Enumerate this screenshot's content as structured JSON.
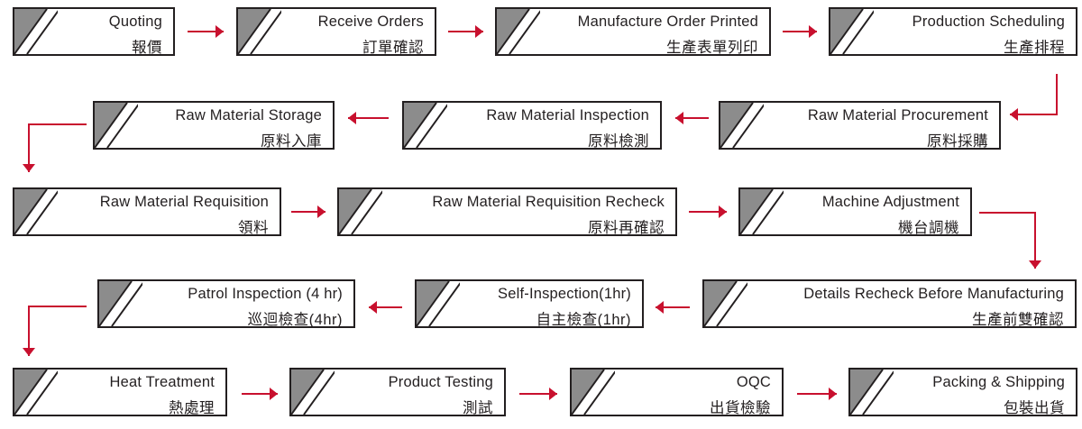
{
  "steps": [
    {
      "en": "Quoting",
      "zh": "報價"
    },
    {
      "en": "Receive Orders",
      "zh": "訂單確認"
    },
    {
      "en": "Manufacture Order Printed",
      "zh": "生產表單列印"
    },
    {
      "en": "Production Scheduling",
      "zh": "生產排程"
    },
    {
      "en": "Raw Material Procurement",
      "zh": "原料採購"
    },
    {
      "en": "Raw Material Inspection",
      "zh": "原料檢測"
    },
    {
      "en": "Raw Material Storage",
      "zh": "原料入庫"
    },
    {
      "en": "Raw Material Requisition",
      "zh": "領料"
    },
    {
      "en": "Raw Material Requisition Recheck",
      "zh": "原料再確認"
    },
    {
      "en": "Machine Adjustment",
      "zh": "機台調機"
    },
    {
      "en": "Details Recheck Before Manufacturing",
      "zh": "生產前雙確認"
    },
    {
      "en": "Self-Inspection(1hr)",
      "zh": "自主檢查(1hr)"
    },
    {
      "en": "Patrol Inspection (4 hr)",
      "zh": "巡迴檢查(4hr)"
    },
    {
      "en": "Heat Treatment",
      "zh": "熱處理"
    },
    {
      "en": "Product Testing",
      "zh": "測試"
    },
    {
      "en": "OQC",
      "zh": "出貨檢驗"
    },
    {
      "en": "Packing & Shipping",
      "zh": "包裝出貨"
    }
  ],
  "colors": {
    "arrow": "#c8102e",
    "border": "#231f20",
    "tab": "#8c8c8c",
    "text": "#231f20"
  }
}
